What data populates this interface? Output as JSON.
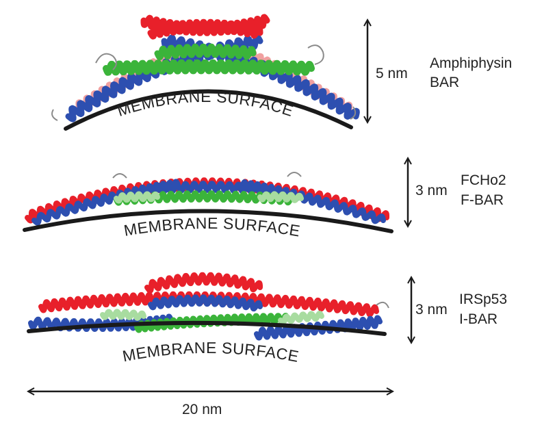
{
  "panels": [
    {
      "id": "amphiphysin",
      "protein_name": "Amphiphysin",
      "domain_name": "BAR",
      "height_label": "5 nm",
      "membrane_label": "MEMBRANE SURFACE"
    },
    {
      "id": "fcho2",
      "protein_name": "FCHo2",
      "domain_name": "F-BAR",
      "height_label": "3 nm",
      "membrane_label": "MEMBRANE SURFACE"
    },
    {
      "id": "irsp53",
      "protein_name": "IRSp53",
      "domain_name": "I-BAR",
      "height_label": "3 nm",
      "membrane_label": "MEMBRANE SURFACE"
    }
  ],
  "scale_bar": {
    "label": "20 nm"
  },
  "colors": {
    "helix_red": "#e8202a",
    "helix_blue": "#2d4fb0",
    "helix_green": "#3bb43a",
    "helix_pink": "#f0a0a0",
    "helix_light_green": "#a8dca0",
    "loop_gray": "#8a8a8a",
    "membrane": "#1a1a1a",
    "arrow": "#1a1a1a",
    "accent_yellow": "#f2e012",
    "accent_magenta": "#b040b0"
  }
}
